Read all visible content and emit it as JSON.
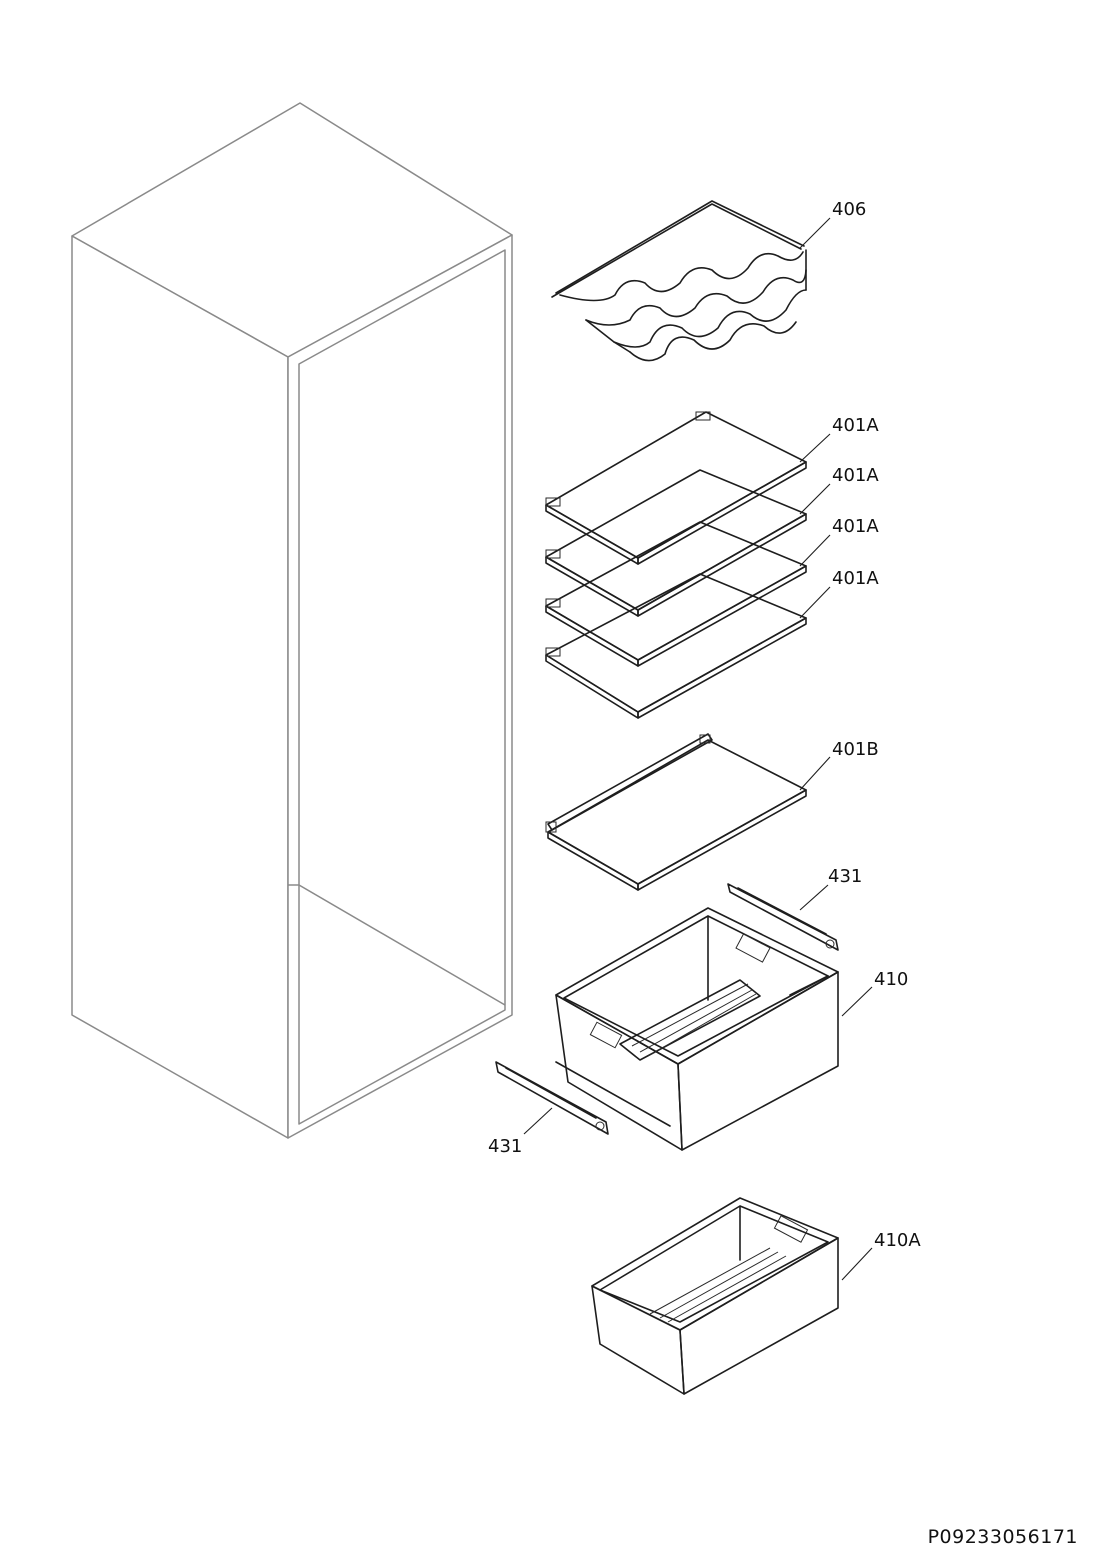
{
  "diagram": {
    "callouts": {
      "wine_rack": "406",
      "shelf_1": "401A",
      "shelf_2": "401A",
      "shelf_3": "401A",
      "shelf_4": "401A",
      "shelf_bottom": "401B",
      "rail_right": "431",
      "drawer_upper": "410",
      "rail_left": "431",
      "drawer_lower": "410A"
    },
    "drawing_code": "P09233056171"
  },
  "colors": {
    "line": "#1e1e1e",
    "cabinet": "#8a8a8a",
    "background": "#ffffff"
  }
}
